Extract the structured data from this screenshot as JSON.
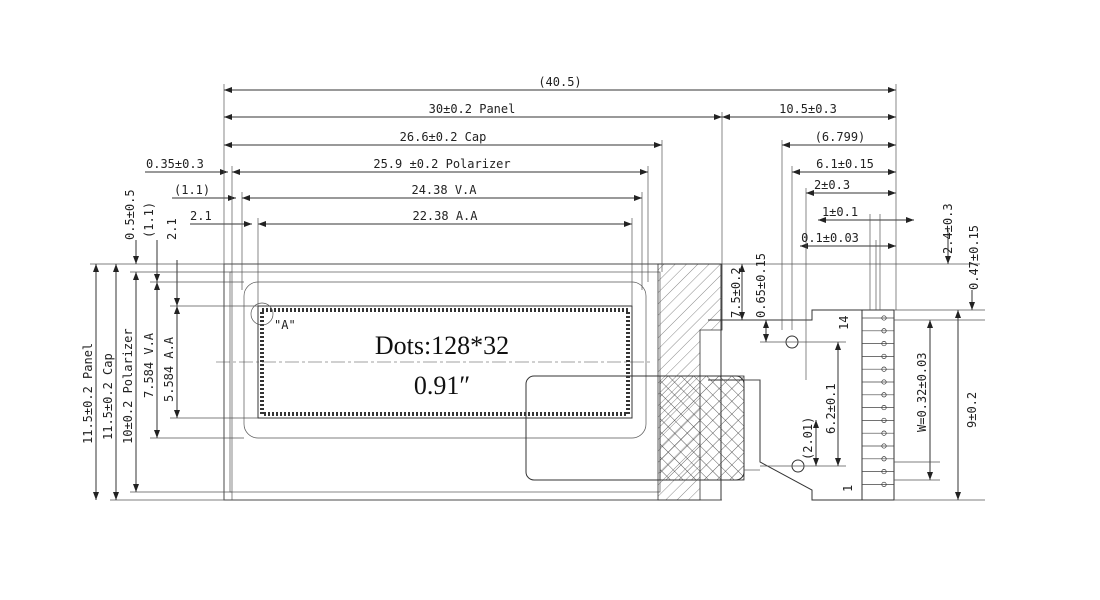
{
  "drawing": {
    "center_text": {
      "dots": "Dots:128*32",
      "size": "0.91″"
    },
    "detail_mark": "\"A\"",
    "horizontal_dims": {
      "overall": "(40.5)",
      "panel": "30±0.2 Panel",
      "right_total": "10.5±0.3",
      "cap": "26.6±0.2 Cap",
      "fpc_b": "(6.799)",
      "polarizer_offset": "0.35±0.3",
      "polarizer": "25.9 ±0.2 Polarizer",
      "fpc_c": "6.1±0.15",
      "va_offset": "(1.1)",
      "va": "24.38 V.A",
      "fpc_d": "2±0.3",
      "aa_offset": "2.1",
      "aa": "22.38 A.A",
      "fpc_e": "1±0.1",
      "fpc_f": "0.1±0.03"
    },
    "vertical_dims": {
      "panel": "11.5±0.2 Panel",
      "cap": "11.5±0.2 Cap",
      "polarizer": "10±0.2 Polarizer",
      "va": "7.584 V.A",
      "aa": "5.584 A.A",
      "top_a": "0.5±0.5",
      "top_b": "(1.1)",
      "top_c": "2.1",
      "fpc_a": "7.5±0.2",
      "fpc_b": "0.65±0.15",
      "fpc_c": "6.2±0.1",
      "fpc_d": "(2.01)",
      "pin_width": "W=0.32±0.03",
      "fpc_height": "9±0.2",
      "right_a": "2.4±0.3",
      "right_b": "0.47±0.15"
    },
    "pin_labels": {
      "first": "1",
      "last": "14"
    }
  }
}
